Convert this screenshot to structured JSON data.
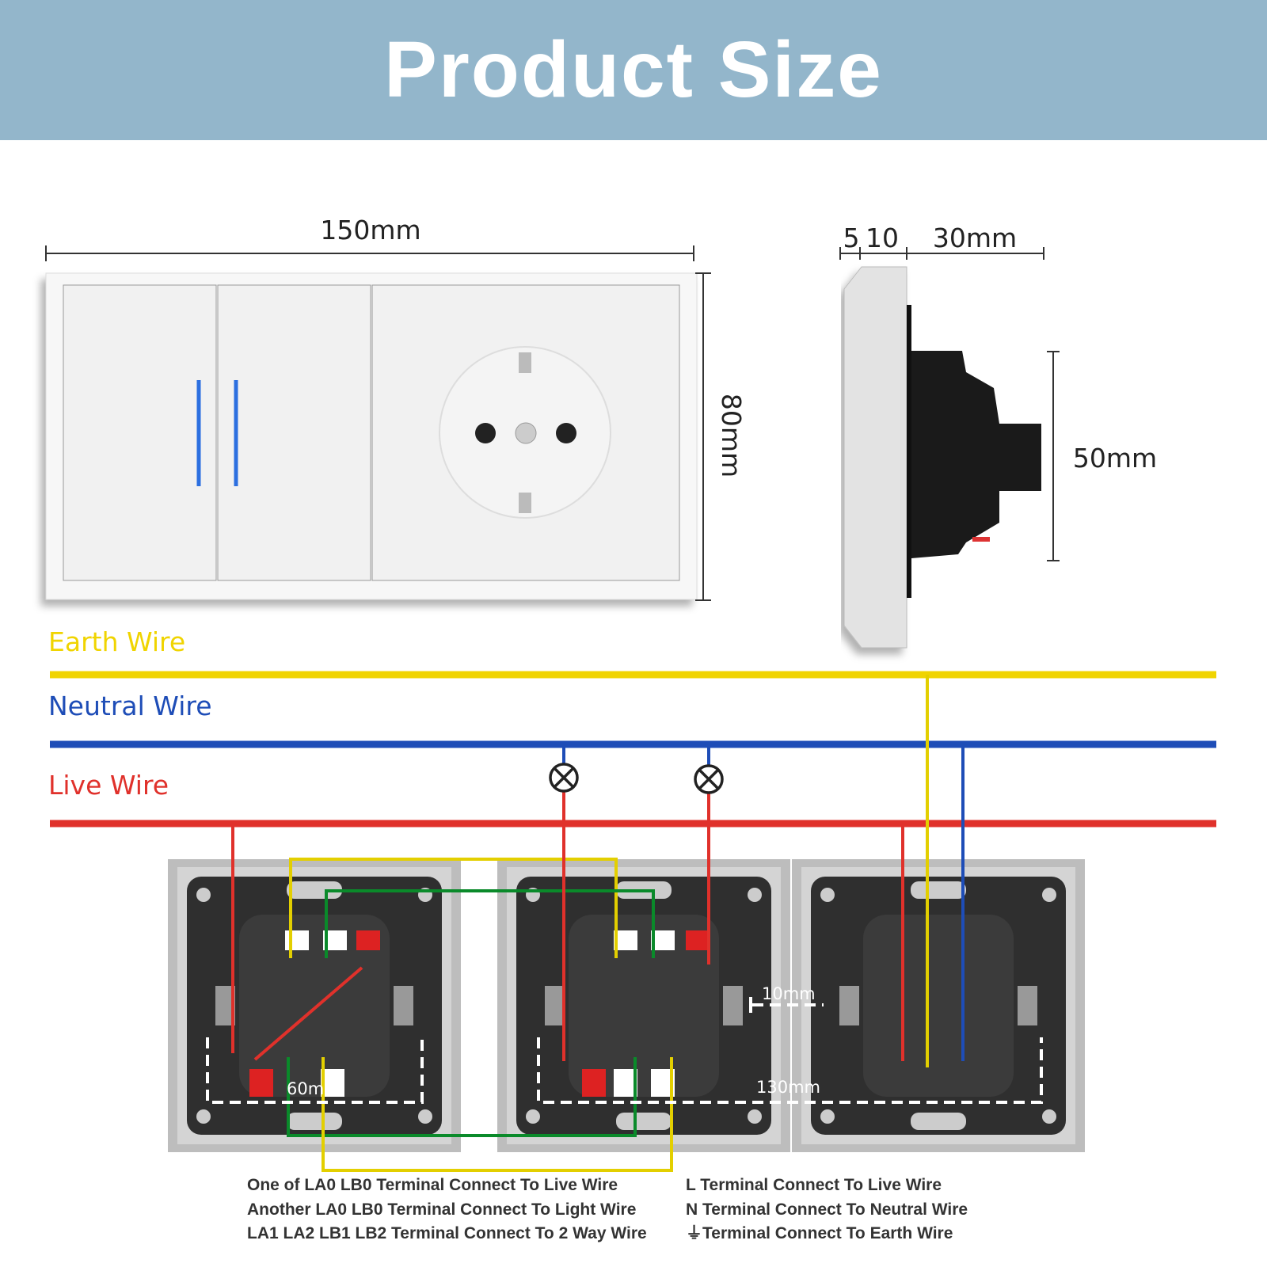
{
  "header": {
    "title": "Product Size"
  },
  "dimensions": {
    "width": "150mm",
    "height": "80mm",
    "side_plate": "5",
    "side_frame": "10",
    "side_depth": "30mm",
    "side_height": "50mm",
    "module_inner": "60mm",
    "module_gap": "10mm",
    "module_span": "130mm"
  },
  "wires": {
    "earth": {
      "label": "Earth Wire",
      "color": "#f0d400"
    },
    "neutral": {
      "label": "Neutral Wire",
      "color": "#1e4db7"
    },
    "live": {
      "label": "Live Wire",
      "color": "#e0312b"
    },
    "two_way_color": "#0a8a2a"
  },
  "notes": {
    "left": [
      "One of LA0 LB0 Terminal Connect To Live Wire",
      "Another LA0 LB0 Terminal Connect To Light Wire",
      "LA1 LA2 LB1 LB2 Terminal Connect To 2 Way Wire"
    ],
    "right": [
      "L Terminal Connect To Live Wire",
      "N Terminal Connect To Neutral Wire",
      "Terminal Connect To Earth Wire"
    ],
    "earth_symbol": "⏚"
  }
}
